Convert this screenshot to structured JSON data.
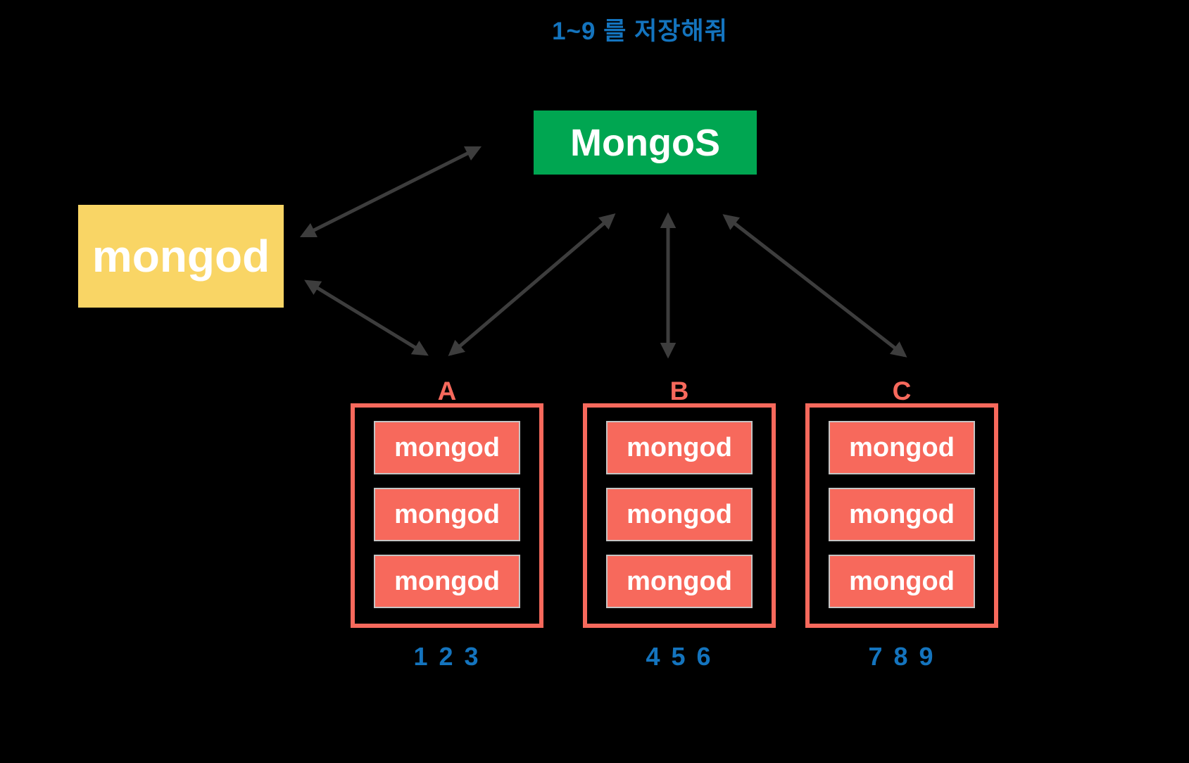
{
  "title": "1~9 를 저장해줘",
  "router": {
    "label": "MongoS"
  },
  "client": {
    "label": "mongod"
  },
  "shards": [
    {
      "label": "A",
      "nodes": [
        "mongod",
        "mongod",
        "mongod"
      ],
      "keys": "1 2 3"
    },
    {
      "label": "B",
      "nodes": [
        "mongod",
        "mongod",
        "mongod"
      ],
      "keys": "4 5 6"
    },
    {
      "label": "C",
      "nodes": [
        "mongod",
        "mongod",
        "mongod"
      ],
      "keys": "7 8 9"
    }
  ],
  "colors": {
    "background": "#000000",
    "router_bg": "#00A651",
    "client_bg": "#F9D565",
    "shard_accent": "#F7695C",
    "text_blue": "#1474BE",
    "arrow": "#3D3D3D",
    "node_border": "#C4C4C4",
    "text_white": "#FFFFFF"
  }
}
